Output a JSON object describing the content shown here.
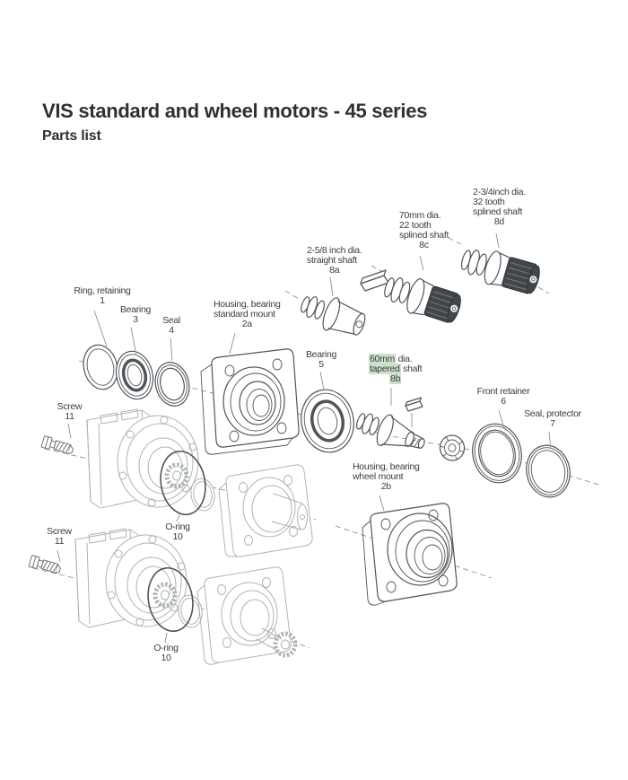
{
  "page": {
    "title": "VIS standard and wheel motors - 45 series",
    "subtitle": "Parts list"
  },
  "colors": {
    "search_highlight": "#cde0c9",
    "label_text": "#3a3d41",
    "line_dark": "#50555a",
    "line_light": "#aeb3b6"
  },
  "labels": {
    "ring_retaining": {
      "name": "Ring, retaining",
      "num": "1"
    },
    "bearing_3": {
      "name": "Bearing",
      "num": "3"
    },
    "seal_4": {
      "name": "Seal",
      "num": "4"
    },
    "housing_standard": {
      "name_line1": "Housing, bearing",
      "name_line2": "standard mount",
      "num": "2a"
    },
    "shaft_8a": {
      "name_line1": "2-5/8 inch dia.",
      "name_line2": "straight shaft",
      "num": "8a"
    },
    "shaft_8c": {
      "name_line1": "70mm dia.",
      "name_line2": "22 tooth",
      "name_line3": "splined shaft",
      "num": "8c"
    },
    "shaft_8d": {
      "name_line1": "2-3/4inch dia.",
      "name_line2": "32 tooth",
      "name_line3": "splined shaft",
      "num": "8d"
    },
    "bearing_5": {
      "name": "Bearing",
      "num": "5"
    },
    "shaft_8b": {
      "hl_1": "60mm",
      "rest_1": " dia.",
      "hl_2": "tapered",
      "rest_2": " shaft",
      "num": "8b"
    },
    "front_retainer": {
      "name": "Front retainer",
      "num": "6"
    },
    "seal_protector": {
      "name": "Seal, protector",
      "num": "7"
    },
    "housing_wheel": {
      "name_line1": "Housing, bearing",
      "name_line2": "wheel mount",
      "num": "2b"
    },
    "screw_upper": {
      "name": "Screw",
      "num": "11"
    },
    "oring_upper": {
      "name": "O-ring",
      "num": "10"
    },
    "screw_lower": {
      "name": "Screw",
      "num": "11"
    },
    "oring_lower": {
      "name": "O-ring",
      "num": "10"
    }
  }
}
